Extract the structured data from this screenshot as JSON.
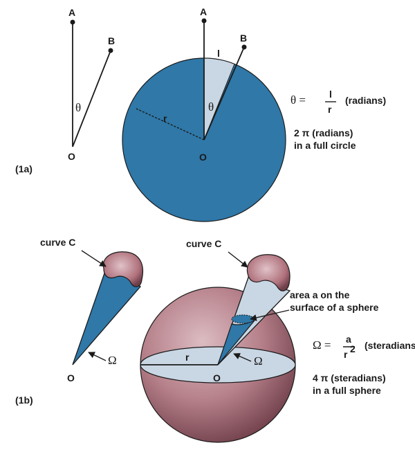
{
  "colors": {
    "blue": "#2f78a8",
    "light": "#c9d6e3",
    "sphere": "#b57f89",
    "sphere_dark": "#6f3f4a",
    "ink": "#1a1a1a"
  },
  "fig_1a": {
    "tag": "(1a)",
    "left": {
      "point_a": "A",
      "point_b": "B",
      "origin": "O",
      "angle": "θ"
    },
    "circle": {
      "point_a": "A",
      "point_b": "B",
      "origin": "O",
      "angle": "θ",
      "radius": "r",
      "arc": "l"
    },
    "formula": {
      "lhs": "θ =",
      "numerator": "l",
      "denominator": "r",
      "units": "(radians)"
    },
    "note_line1": "2 π (radians)",
    "note_line2": "in a full circle"
  },
  "fig_1b": {
    "tag": "(1b)",
    "left": {
      "curve_label": "curve C",
      "origin": "O",
      "angle": "Ω"
    },
    "sphere": {
      "curve_label": "curve C",
      "origin": "O",
      "angle": "Ω",
      "radius": "r",
      "area_line1": "area a on the",
      "area_line2": "surface of a sphere"
    },
    "formula": {
      "lhs": "Ω =",
      "numerator": "a",
      "denominator": "r",
      "exponent": "2",
      "units": "(steradians)"
    },
    "note_line1": "4 π (steradians)",
    "note_line2": "in a full sphere"
  }
}
